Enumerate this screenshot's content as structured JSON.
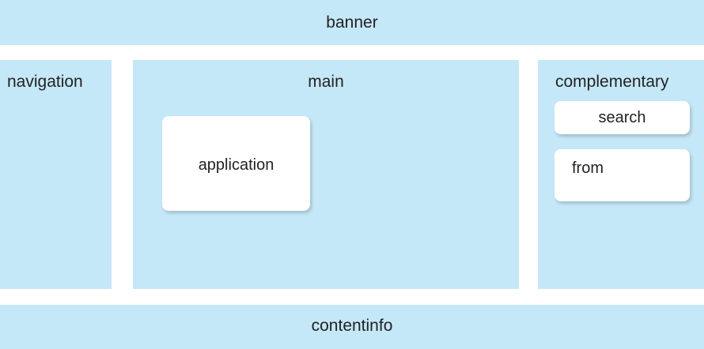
{
  "regions": {
    "banner": "banner",
    "navigation": "navigation",
    "main": "main",
    "application": "application",
    "complementary": "complementary",
    "search": "search",
    "form": "from",
    "contentinfo": "contentinfo"
  },
  "colors": {
    "region_fill": "#c5e8f8",
    "card_fill": "#ffffff",
    "text": "#222222",
    "background": "#ffffff"
  }
}
